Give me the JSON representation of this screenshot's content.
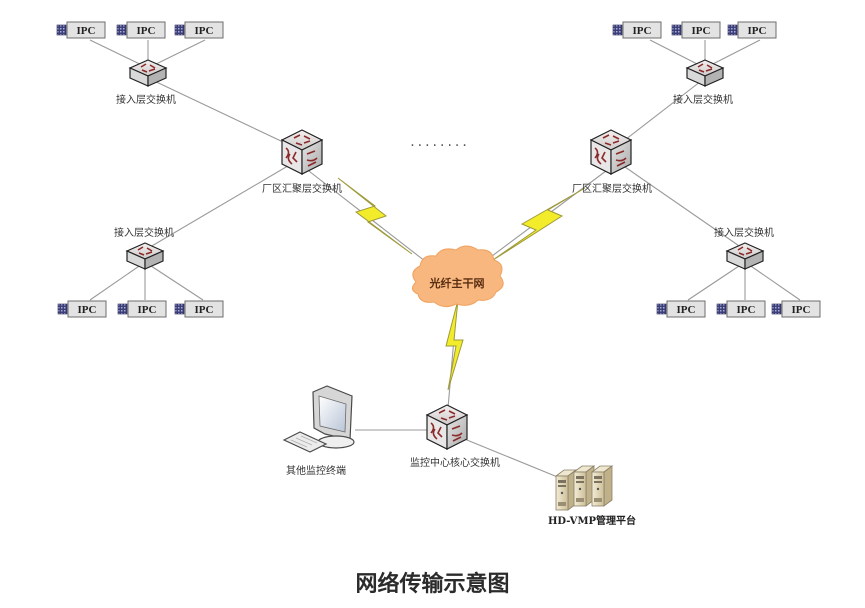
{
  "caption": "网络传输示意图",
  "nodes": {
    "ipc_label": "IPC",
    "access_switch_label": "接入层交换机",
    "aggregation_switch_label": "厂区汇聚层交换机",
    "backbone_label": "光纤主干网",
    "core_switch_label": "监控中心核心交换机",
    "terminal_label": "其他监控终端",
    "platform_label": "HD-VMP管理平台"
  },
  "ellipsis": "........",
  "colors": {
    "cloud_fill": "#f7b77e",
    "lightning_fill": "#f2ec2a",
    "line": "#9a9a9a",
    "ipc_fill": "#e3e3e3",
    "switch_accent": "#8b2a2a"
  },
  "groups": [
    {
      "name": "top-left",
      "switch": "access_switch_label",
      "ipc_count": 3
    },
    {
      "name": "bottom-left",
      "switch": "access_switch_label",
      "ipc_count": 3
    },
    {
      "name": "top-right",
      "switch": "access_switch_label",
      "ipc_count": 3
    },
    {
      "name": "bottom-right",
      "switch": "access_switch_label",
      "ipc_count": 3
    }
  ]
}
